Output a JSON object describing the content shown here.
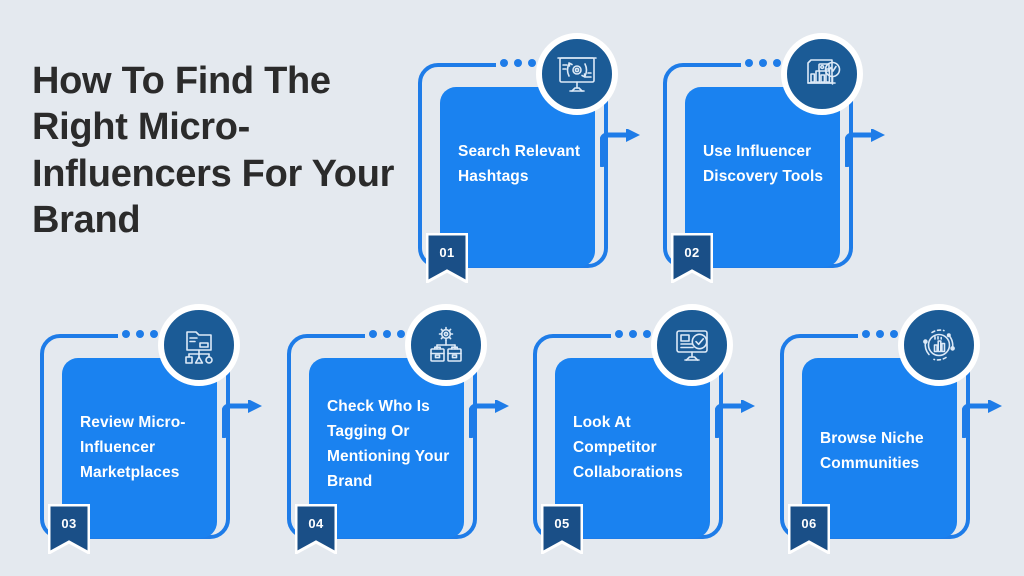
{
  "title": "How To Find The Right Micro-Influencers For Your Brand",
  "colors": {
    "background": "#e4e9ef",
    "panel_blue": "#1a82f0",
    "outline_blue": "#1e7ce8",
    "badge_navy": "#1b5b96",
    "ribbon_navy": "#1a4f87",
    "title_text": "#2b2b2b",
    "panel_text": "#ffffff"
  },
  "steps": [
    {
      "number": "01",
      "label": "Search Relevant Hashtags",
      "icon": "presentation-screen-gear-icon"
    },
    {
      "number": "02",
      "label": "Use Influencer Discovery Tools",
      "icon": "chart-document-magnifier-icon"
    },
    {
      "number": "03",
      "label": "Review Micro-Influencer Marketplaces",
      "icon": "folder-org-chart-icon"
    },
    {
      "number": "04",
      "label": "Check Who Is Tagging Or Mentioning Your Brand",
      "icon": "gear-briefcases-icon"
    },
    {
      "number": "05",
      "label": "Look At Competitor Collaborations",
      "icon": "monitor-checkmark-icon"
    },
    {
      "number": "06",
      "label": "Browse Niche Communities",
      "icon": "bar-chart-orbit-icon"
    }
  ]
}
